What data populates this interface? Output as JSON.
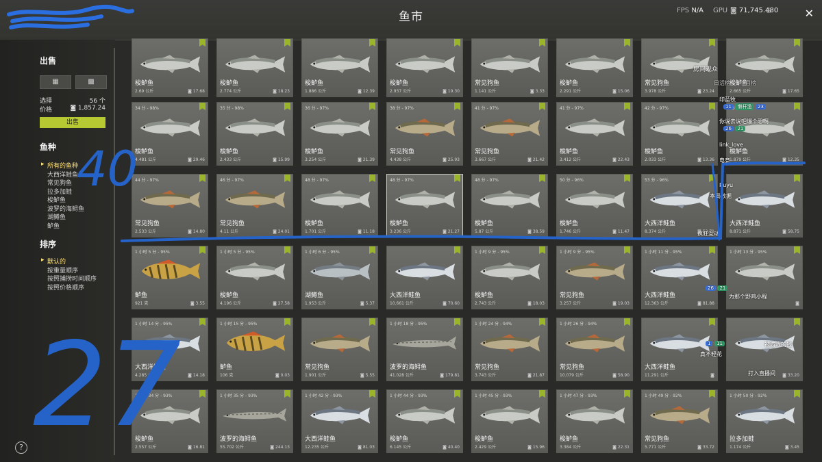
{
  "header": {
    "title": "鱼市",
    "fps_label": "FPS",
    "fps_value": "N/A",
    "gpu_label": "GPU",
    "money": "71,745.48",
    "gold": "0",
    "close": "✕"
  },
  "sidebar": {
    "sell_heading": "出售",
    "select_label": "选择",
    "select_value": "56 个",
    "price_label": "价格",
    "price_value": "1,857.24",
    "sell_button": "出售",
    "species_heading": "鱼种",
    "species": [
      "所有的鱼种",
      "大西洋鲑鱼",
      "常见狗鱼",
      "拉多加鲑",
      "梭鲈鱼",
      "波罗的海鲟鱼",
      "湖鳟鱼",
      "鲈鱼"
    ],
    "sort_heading": "排序",
    "sorts": [
      "默认的",
      "按重量顺序",
      "按照捕捞时间顺序",
      "按照价格顺序"
    ]
  },
  "cards": [
    [
      {
        "score": "",
        "name": "梭鲈鱼",
        "wt": "2.69 公斤",
        "pr": "17.68",
        "fish": "zander"
      },
      {
        "score": "",
        "name": "梭鲈鱼",
        "wt": "2.774 公斤",
        "pr": "18.23",
        "fish": "zander"
      },
      {
        "score": "",
        "name": "梭鲈鱼",
        "wt": "1.886 公斤",
        "pr": "12.39",
        "fish": "zander"
      },
      {
        "score": "",
        "name": "梭鲈鱼",
        "wt": "2.937 公斤",
        "pr": "19.30",
        "fish": "zander"
      },
      {
        "score": "",
        "name": "常见狗鱼",
        "wt": "1.141 公斤",
        "pr": "3.33",
        "fish": "zander"
      },
      {
        "score": "",
        "name": "梭鲈鱼",
        "wt": "2.291 公斤",
        "pr": "15.06",
        "fish": "zander"
      },
      {
        "score": "",
        "name": "常见狗鱼",
        "wt": "3.978 公斤",
        "pr": "23.24",
        "fish": "zander"
      },
      {
        "score": "",
        "name": "梭鲈鱼",
        "wt": "2.665 公斤",
        "pr": "17.65",
        "fish": "zander"
      }
    ],
    [
      {
        "score": "34 分 - 98%",
        "name": "梭鲈鱼",
        "wt": "4.481 公斤",
        "pr": "29.46",
        "fish": "zander"
      },
      {
        "score": "35 分 - 98%",
        "name": "梭鲈鱼",
        "wt": "2.433 公斤",
        "pr": "15.99",
        "fish": "zander"
      },
      {
        "score": "36 分 - 97%",
        "name": "梭鲈鱼",
        "wt": "3.254 公斤",
        "pr": "21.39",
        "fish": "zander"
      },
      {
        "score": "38 分 - 97%",
        "name": "常见狗鱼",
        "wt": "4.438 公斤",
        "pr": "25.93",
        "fish": "pike"
      },
      {
        "score": "41 分 - 97%",
        "name": "常见狗鱼",
        "wt": "3.667 公斤",
        "pr": "21.42",
        "fish": "pike"
      },
      {
        "score": "41 分 - 97%",
        "name": "梭鲈鱼",
        "wt": "3.412 公斤",
        "pr": "22.43",
        "fish": "zander"
      },
      {
        "score": "42 分 - 97%",
        "name": "梭鲈鱼",
        "wt": "2.033 公斤",
        "pr": "13.36",
        "fish": "zander"
      },
      {
        "score": "43 分 - 97%",
        "name": "梭鲈鱼",
        "wt": "1.879 公斤",
        "pr": "12.35",
        "fish": "zander"
      }
    ],
    [
      {
        "score": "44 分 - 97%",
        "name": "常见狗鱼",
        "wt": "2.533 公斤",
        "pr": "14.80",
        "fish": "pike"
      },
      {
        "score": "46 分 - 97%",
        "name": "常见狗鱼",
        "wt": "4.11 公斤",
        "pr": "24.01",
        "fish": "pike"
      },
      {
        "score": "48 分 - 97%",
        "name": "梭鲈鱼",
        "wt": "1.701 公斤",
        "pr": "11.18",
        "fish": "zander"
      },
      {
        "score": "48 分 - 97%",
        "name": "梭鲈鱼",
        "wt": "3.236 公斤",
        "pr": "21.27",
        "fish": "zander",
        "sel": true
      },
      {
        "score": "48 分 - 97%",
        "name": "梭鲈鱼",
        "wt": "5.87 公斤",
        "pr": "38.59",
        "fish": "zander"
      },
      {
        "score": "50 分 - 96%",
        "name": "梭鲈鱼",
        "wt": "1.746 公斤",
        "pr": "11.47",
        "fish": "zander"
      },
      {
        "score": "53 分 - 96%",
        "name": "大西洋鲑鱼",
        "wt": "8.374 公斤",
        "pr": "52.71",
        "fish": "salmon"
      },
      {
        "score": "",
        "name": "大西洋鲑鱼",
        "wt": "8.871 公斤",
        "pr": "58.75",
        "fish": "salmon"
      }
    ],
    [
      {
        "score": "1 小时 5 分 - 95%",
        "name": "鲈鱼",
        "wt": "921 克",
        "pr": "3.55",
        "fish": "perch"
      },
      {
        "score": "1 小时 5 分 - 95%",
        "name": "梭鲈鱼",
        "wt": "4.196 公斤",
        "pr": "27.58",
        "fish": "zander"
      },
      {
        "score": "1 小时 6 分 - 95%",
        "name": "湖鳟鱼",
        "wt": "1.953 公斤",
        "pr": "5.37",
        "fish": "trout"
      },
      {
        "score": "",
        "name": "大西洋鲑鱼",
        "wt": "10.661 公斤",
        "pr": "70.60",
        "fish": "salmon"
      },
      {
        "score": "1 小时 9 分 - 95%",
        "name": "梭鲈鱼",
        "wt": "2.743 公斤",
        "pr": "18.03",
        "fish": "zander"
      },
      {
        "score": "1 小时 9 分 - 95%",
        "name": "常见狗鱼",
        "wt": "3.257 公斤",
        "pr": "19.03",
        "fish": "pike"
      },
      {
        "score": "1 小时 11 分 - 95%",
        "name": "大西洋鲑鱼",
        "wt": "12.363 公斤",
        "pr": "81.88",
        "fish": "salmon"
      },
      {
        "score": "1 小时 13 分 - 95%",
        "name": "",
        "wt": "",
        "pr": "",
        "fish": "zander"
      }
    ],
    [
      {
        "score": "1 小时 14 分 - 95%",
        "name": "大西洋鲑鱼",
        "wt": "4.285 公斤",
        "pr": "14.18",
        "fish": "salmon"
      },
      {
        "score": "1 小时 15 分 - 95%",
        "name": "鲈鱼",
        "wt": "106 克",
        "pr": "0.03",
        "fish": "perch"
      },
      {
        "score": "",
        "name": "常见狗鱼",
        "wt": "1.901 公斤",
        "pr": "5.55",
        "fish": "pike"
      },
      {
        "score": "1 小时 18 分 - 95%",
        "name": "波罗的海鲟鱼",
        "wt": "41.028 公斤",
        "pr": "179.81",
        "fish": "sturgeon"
      },
      {
        "score": "1 小时 24 分 - 94%",
        "name": "常见狗鱼",
        "wt": "3.743 公斤",
        "pr": "21.87",
        "fish": "pike"
      },
      {
        "score": "1 小时 26 分 - 94%",
        "name": "常见狗鱼",
        "wt": "10.079 公斤",
        "pr": "58.90",
        "fish": "pike"
      },
      {
        "score": "",
        "name": "大西洋鲑鱼",
        "wt": "11.291 公斤",
        "pr": "",
        "fish": "salmon"
      },
      {
        "score": "",
        "name": "",
        "wt": "",
        "pr": "33.20",
        "fish": "salmon"
      }
    ],
    [
      {
        "score": "1 小时 34 分 - 93%",
        "name": "梭鲈鱼",
        "wt": "2.557 公斤",
        "pr": "16.81",
        "fish": "zander"
      },
      {
        "score": "1 小时 35 分 - 93%",
        "name": "波罗的海鲟鱼",
        "wt": "55.702 公斤",
        "pr": "244.13",
        "fish": "sturgeon"
      },
      {
        "score": "1 小时 42 分 - 93%",
        "name": "大西洋鲑鱼",
        "wt": "12.235 公斤",
        "pr": "81.03",
        "fish": "salmon"
      },
      {
        "score": "1 小时 44 分 - 93%",
        "name": "梭鲈鱼",
        "wt": "6.145 公斤",
        "pr": "40.40",
        "fish": "zander"
      },
      {
        "score": "1 小时 45 分 - 93%",
        "name": "梭鲈鱼",
        "wt": "2.429 公斤",
        "pr": "15.96",
        "fish": "zander"
      },
      {
        "score": "1 小时 47 分 - 93%",
        "name": "梭鲈鱼",
        "wt": "3.384 公斤",
        "pr": "22.31",
        "fish": "zander"
      },
      {
        "score": "1 小时 49 分 - 92%",
        "name": "常见狗鱼",
        "wt": "5.771 公斤",
        "pr": "33.72",
        "fish": "pike"
      },
      {
        "score": "1 小时 50 分 - 92%",
        "name": "拉多加鲑",
        "wt": "1.174 公斤",
        "pr": "3.45",
        "fish": "salmon"
      }
    ]
  ],
  "overlay": {
    "room_title": "房间观众",
    "tabs": [
      "日活榜",
      "月榜"
    ],
    "user1": "印蓝牧",
    "level1": "11",
    "fan_badge1": "懒杆渔",
    "fan_level1": "23",
    "user2_msg": "你说去说吧爆个恐啊",
    "level2": "26",
    "fan_level2": "21",
    "user3": "link_love",
    "user4": "电竞",
    "user5": "Ruyu",
    "msg5": "本局数据",
    "gift_label": "疯狂互动",
    "msg_a": "为那个野鸡小程",
    "msg_b": "真不轻花",
    "msg_c": "被游戏的钱",
    "msg_d": "打入直播间",
    "level_a": "26",
    "level_b": "1",
    "fan_a": "21",
    "fan_b": "11"
  },
  "annotations": {
    "num_top": "40",
    "num_bottom": "27"
  },
  "colors": {
    "accent": "#b6c832",
    "flag": "#9ab52a",
    "annotation": "#2563c9"
  }
}
